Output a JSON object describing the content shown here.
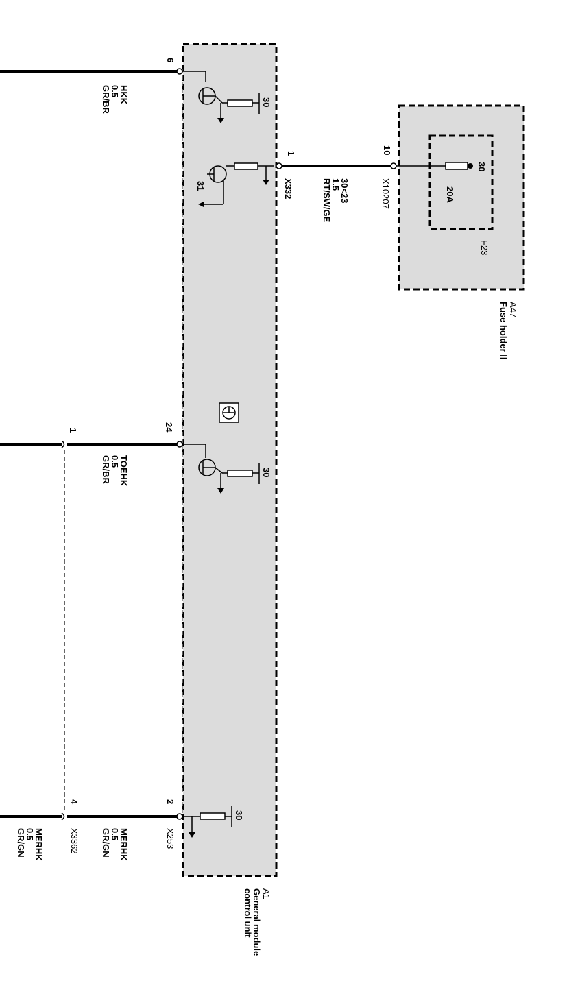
{
  "modules": {
    "gm": {
      "code": "A1",
      "name_line1": "General module",
      "name_line2": "control unit",
      "connector": "X253",
      "connector2": "X332"
    },
    "fuse_holder": {
      "code": "A47",
      "name": "Fuse holder II",
      "connector": "X10207",
      "fuse": "F23",
      "rating": "20A",
      "terminal": "30",
      "pin": "10"
    }
  },
  "wires": {
    "hkk": {
      "pin": "6",
      "signal": "HKK",
      "size": "0.5",
      "color": "GR/BR"
    },
    "feed": {
      "pin": "1",
      "signal": "30<23",
      "size": "1.5",
      "color": "RT/SW/GE"
    },
    "toehk": {
      "pin": "24",
      "signal": "TOEHK",
      "size": "0.5",
      "color": "GR/BR",
      "connector_pin": "1"
    },
    "merhk": {
      "pin": "2",
      "signal": "MERHK",
      "size": "0.5",
      "color": "GR/GN",
      "connector_pin": "4"
    },
    "merhk_out": {
      "connector": "X3362",
      "signal": "MERHK",
      "size": "0.5",
      "color": "GR/GN"
    }
  },
  "terminals": {
    "t30": "30",
    "t31": "31"
  }
}
